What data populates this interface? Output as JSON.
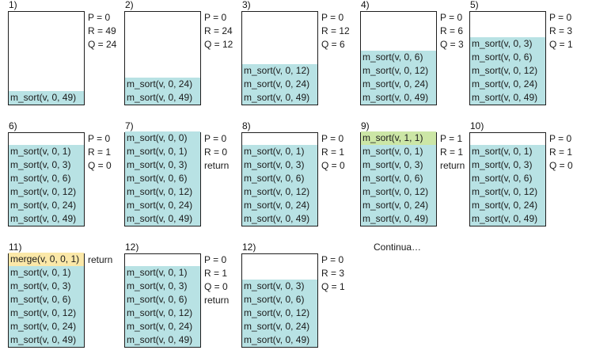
{
  "panels": [
    {
      "label": "1)",
      "frames": [
        {
          "text": "m_sort(v, 0, 49)",
          "kind": "msort"
        }
      ],
      "vars": [
        "P = 0",
        "R = 49",
        "Q = 24"
      ]
    },
    {
      "label": "2)",
      "frames": [
        {
          "text": "m_sort(v, 0, 24)",
          "kind": "msort"
        },
        {
          "text": "m_sort(v, 0, 49)",
          "kind": "msort"
        }
      ],
      "vars": [
        "P = 0",
        "R = 24",
        "Q = 12"
      ]
    },
    {
      "label": "3)",
      "frames": [
        {
          "text": "m_sort(v, 0, 12)",
          "kind": "msort"
        },
        {
          "text": "m_sort(v, 0, 24)",
          "kind": "msort"
        },
        {
          "text": "m_sort(v, 0, 49)",
          "kind": "msort"
        }
      ],
      "vars": [
        "P = 0",
        "R = 12",
        "Q = 6"
      ]
    },
    {
      "label": "4)",
      "frames": [
        {
          "text": "m_sort(v, 0, 6)",
          "kind": "msort"
        },
        {
          "text": "m_sort(v, 0, 12)",
          "kind": "msort"
        },
        {
          "text": "m_sort(v, 0, 24)",
          "kind": "msort"
        },
        {
          "text": "m_sort(v, 0, 49)",
          "kind": "msort"
        }
      ],
      "vars": [
        "P = 0",
        "R = 6",
        "Q = 3"
      ]
    },
    {
      "label": "5)",
      "frames": [
        {
          "text": "m_sort(v, 0, 3)",
          "kind": "msort"
        },
        {
          "text": "m_sort(v, 0, 6)",
          "kind": "msort"
        },
        {
          "text": "m_sort(v, 0, 12)",
          "kind": "msort"
        },
        {
          "text": "m_sort(v, 0, 24)",
          "kind": "msort"
        },
        {
          "text": "m_sort(v, 0, 49)",
          "kind": "msort"
        }
      ],
      "vars": [
        "P = 0",
        "R = 3",
        "Q = 1"
      ]
    },
    {
      "label": "6)",
      "frames": [
        {
          "text": "m_sort(v, 0, 1)",
          "kind": "msort"
        },
        {
          "text": "m_sort(v, 0, 3)",
          "kind": "msort"
        },
        {
          "text": "m_sort(v, 0, 6)",
          "kind": "msort"
        },
        {
          "text": "m_sort(v, 0, 12)",
          "kind": "msort"
        },
        {
          "text": "m_sort(v, 0, 24)",
          "kind": "msort"
        },
        {
          "text": "m_sort(v, 0, 49)",
          "kind": "msort"
        }
      ],
      "vars": [
        "P = 0",
        "R = 1",
        "Q = 0"
      ]
    },
    {
      "label": "7)",
      "frames": [
        {
          "text": "m_sort(v, 0, 0)",
          "kind": "msort"
        },
        {
          "text": "m_sort(v, 0, 1)",
          "kind": "msort"
        },
        {
          "text": "m_sort(v, 0, 3)",
          "kind": "msort"
        },
        {
          "text": "m_sort(v, 0, 6)",
          "kind": "msort"
        },
        {
          "text": "m_sort(v, 0, 12)",
          "kind": "msort"
        },
        {
          "text": "m_sort(v, 0, 24)",
          "kind": "msort"
        },
        {
          "text": "m_sort(v, 0, 49)",
          "kind": "msort"
        }
      ],
      "vars": [
        "P = 0",
        "R = 0",
        "return"
      ]
    },
    {
      "label": "8)",
      "frames": [
        {
          "text": "m_sort(v, 0, 1)",
          "kind": "msort"
        },
        {
          "text": "m_sort(v, 0, 3)",
          "kind": "msort"
        },
        {
          "text": "m_sort(v, 0, 6)",
          "kind": "msort"
        },
        {
          "text": "m_sort(v, 0, 12)",
          "kind": "msort"
        },
        {
          "text": "m_sort(v, 0, 24)",
          "kind": "msort"
        },
        {
          "text": "m_sort(v, 0, 49)",
          "kind": "msort"
        }
      ],
      "vars": [
        "P = 0",
        "R = 1",
        "Q = 0"
      ]
    },
    {
      "label": "9)",
      "frames": [
        {
          "text": "m_sort(v, 1, 1)",
          "kind": "current"
        },
        {
          "text": "m_sort(v, 0, 1)",
          "kind": "msort"
        },
        {
          "text": "m_sort(v, 0, 3)",
          "kind": "msort"
        },
        {
          "text": "m_sort(v, 0, 6)",
          "kind": "msort"
        },
        {
          "text": "m_sort(v, 0, 12)",
          "kind": "msort"
        },
        {
          "text": "m_sort(v, 0, 24)",
          "kind": "msort"
        },
        {
          "text": "m_sort(v, 0, 49)",
          "kind": "msort"
        }
      ],
      "vars": [
        "P = 1",
        "R = 1",
        "return"
      ]
    },
    {
      "label": "10)",
      "frames": [
        {
          "text": "m_sort(v, 0, 1)",
          "kind": "msort"
        },
        {
          "text": "m_sort(v, 0, 3)",
          "kind": "msort"
        },
        {
          "text": "m_sort(v, 0, 6)",
          "kind": "msort"
        },
        {
          "text": "m_sort(v, 0, 12)",
          "kind": "msort"
        },
        {
          "text": "m_sort(v, 0, 24)",
          "kind": "msort"
        },
        {
          "text": "m_sort(v, 0, 49)",
          "kind": "msort"
        }
      ],
      "vars": [
        "P = 0",
        "R = 1",
        "Q = 0"
      ]
    },
    {
      "label": "11)",
      "frames": [
        {
          "text": "merge(v, 0, 0, 1)",
          "kind": "merge"
        },
        {
          "text": "m_sort(v, 0, 1)",
          "kind": "msort"
        },
        {
          "text": "m_sort(v, 0, 3)",
          "kind": "msort"
        },
        {
          "text": "m_sort(v, 0, 6)",
          "kind": "msort"
        },
        {
          "text": "m_sort(v, 0, 12)",
          "kind": "msort"
        },
        {
          "text": "m_sort(v, 0, 24)",
          "kind": "msort"
        },
        {
          "text": "m_sort(v, 0, 49)",
          "kind": "msort"
        }
      ],
      "vars": [
        "return"
      ]
    },
    {
      "label": "12)",
      "frames": [
        {
          "text": "m_sort(v, 0, 1)",
          "kind": "msort"
        },
        {
          "text": "m_sort(v, 0, 3)",
          "kind": "msort"
        },
        {
          "text": "m_sort(v, 0, 6)",
          "kind": "msort"
        },
        {
          "text": "m_sort(v, 0, 12)",
          "kind": "msort"
        },
        {
          "text": "m_sort(v, 0, 24)",
          "kind": "msort"
        },
        {
          "text": "m_sort(v, 0, 49)",
          "kind": "msort"
        }
      ],
      "vars": [
        "P = 0",
        "R = 1",
        "Q = 0",
        "return"
      ]
    },
    {
      "label": "12)",
      "frames": [
        {
          "text": "m_sort(v, 0, 3)",
          "kind": "msort"
        },
        {
          "text": "m_sort(v, 0, 6)",
          "kind": "msort"
        },
        {
          "text": "m_sort(v, 0, 12)",
          "kind": "msort"
        },
        {
          "text": "m_sort(v, 0, 24)",
          "kind": "msort"
        },
        {
          "text": "m_sort(v, 0, 49)",
          "kind": "msort"
        }
      ],
      "vars": [
        "P = 0",
        "R = 3",
        "Q = 1"
      ]
    }
  ],
  "continua": "Continua…"
}
